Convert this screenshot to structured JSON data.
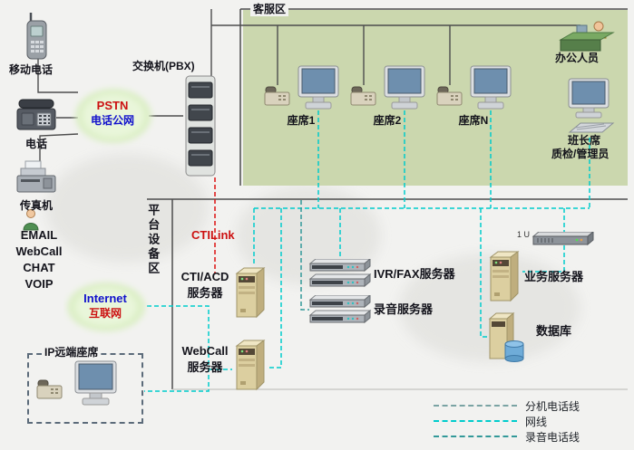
{
  "regions": {
    "service_area": "客服区",
    "platform_area": "平台设备区",
    "remote_agent": "IP远端座席"
  },
  "left_column": {
    "mobile_phone": "移动电话",
    "phone": "电话",
    "fax": "传真机",
    "pstn": {
      "line1": "PSTN",
      "line2": "电话公网"
    },
    "channels": [
      "EMAIL",
      "WebCall",
      "CHAT",
      "VOIP"
    ],
    "internet": {
      "line1": "Internet",
      "line2": "互联网"
    }
  },
  "pbx_label": "交换机(PBX)",
  "service_area": {
    "agents": [
      "座席1",
      "座席2",
      "座席N"
    ],
    "office_staff": "办公人员",
    "supervisor_line1": "班长席",
    "supervisor_line2": "质检/管理员"
  },
  "platform": {
    "ctilink": "CTILink",
    "cti_acd_server": {
      "line1": "CTI/ACD",
      "line2": "服务器"
    },
    "webcall_server": {
      "line1": "WebCall",
      "line2": "服务器"
    },
    "ivr_fax_server": "IVR/FAX服务器",
    "recording_server": "录音服务器",
    "business_server": "业务服务器",
    "database": "数据库",
    "rack_unit": "1 U"
  },
  "legend": {
    "items": [
      {
        "label": "分机电话线"
      },
      {
        "label": "网线"
      },
      {
        "label": "录音电话线"
      }
    ]
  },
  "colors": {
    "service_area_bg": "#cbd7ae",
    "phone_line": "#4d4d4d",
    "network_line": "#00cccc",
    "recording_line": "#339999",
    "extension_line": "#7aa3a3",
    "ctilink_line": "#dd1111",
    "pstn_text": "#cc1111",
    "pstn_subtext": "#1111cc",
    "internet_text": "#1111cc",
    "internet_subtext": "#cc1111"
  }
}
